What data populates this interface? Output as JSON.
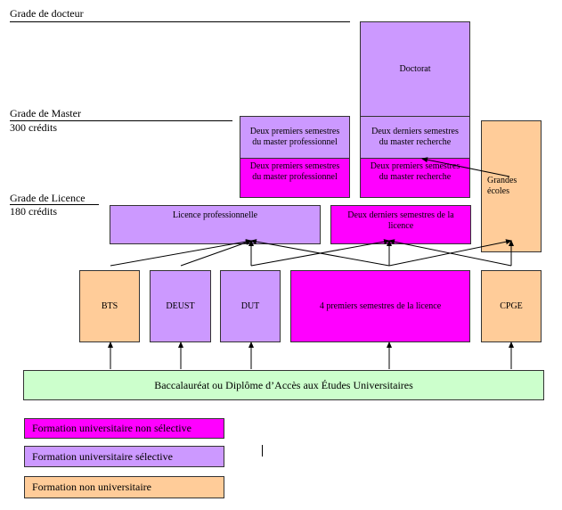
{
  "grades": {
    "doctorat": "Grade de docteur",
    "master": "Grade de Master",
    "master_credits": "300 crédits",
    "licence": "Grade de Licence",
    "licence_credits": "180 crédits"
  },
  "boxes": {
    "doctorat": "Doctorat",
    "master_pro_2": "Deux premiers semestres du master professionnel",
    "master_pro_1": "Deux premiers semestres du master professionnel",
    "master_rech_2": "Deux derniers semestres du master recherche",
    "master_rech_1": "Deux premiers semestres du master recherche",
    "grandes_ecoles": "Grandes écoles",
    "licence_pro": "Licence professionnelle",
    "licence_derniers": "Deux derniers semestres de la licence",
    "bts": "BTS",
    "deust": "DEUST",
    "dut": "DUT",
    "licence_premiers": "4 premiers semestres de la licence",
    "cpge": "CPGE",
    "bac": "Baccalauréat ou Diplôme d’Accès aux Études Universitaires"
  },
  "legend": {
    "non_selective": "Formation universitaire non sélective",
    "selective": "Formation universitaire sélective",
    "non_universitaire": "Formation non universitaire"
  },
  "colors": {
    "non_selective": "#ff00ff",
    "selective": "#cc99ff",
    "non_universitaire": "#ffcc99",
    "bac": "#ccffcc"
  }
}
